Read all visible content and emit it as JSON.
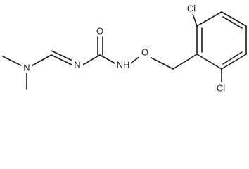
{
  "molecule": {
    "atoms": {
      "n_amine": "N",
      "n_imine": "N",
      "o_carbonyl": "O",
      "nh": "NH",
      "o_ether": "O",
      "cl_top": "Cl",
      "cl_bottom": "Cl"
    }
  }
}
